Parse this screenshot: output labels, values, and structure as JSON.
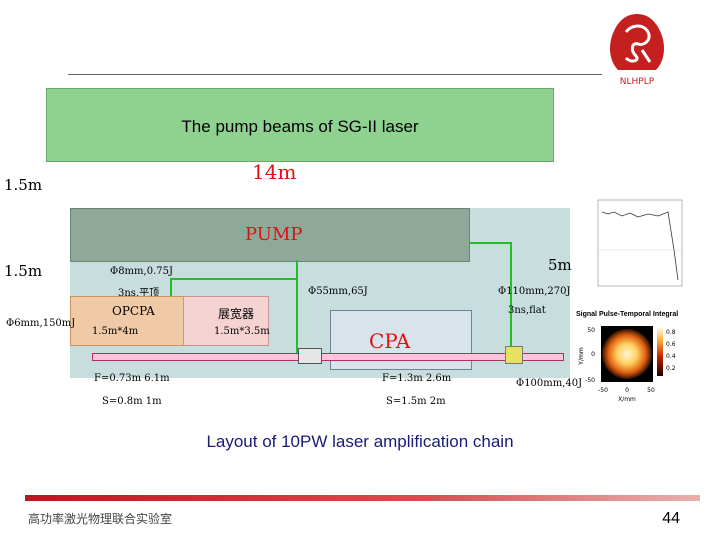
{
  "title": "The pump beams of SG-II laser",
  "caption": "Layout of 10PW laser amplification chain",
  "page_number": "44",
  "footer_org": "高功率激光物理联合实验室",
  "logo_text": "NLHPLP",
  "dimensions": {
    "length_14m": "14m",
    "width_top": "1.5m",
    "width_side": "1.5m",
    "width_right": "5m"
  },
  "labels": {
    "pump": "PUMP",
    "cpa": "CPA",
    "opcpa": "OPCPA",
    "opcpa_size": "1.5m*4m",
    "stretcher": "展宽器",
    "stretcher_size": "1.5m*3.5m",
    "seed_energy": "Φ6mm,150mJ",
    "pump1_beam": "Φ8mm,0.75J",
    "pump1_pulse": "3ns,平顶",
    "pump2_beam": "Φ55mm,65J",
    "pump3_beam": "Φ110mm,270J",
    "pump3_pulse": "3ns,flat",
    "output_beam": "Φ100mm,40J",
    "f_left": "F=0.73m 6.1m",
    "s_left": "S=0.8m 1m",
    "f_right": "F=1.3m 2.6m",
    "s_right": "S=1.5m 2m"
  },
  "inset_chart": {
    "title": "Signal Pulse-Temporal Integral",
    "ylabel": "Y/mm",
    "xlabel": "X/mm",
    "x_ticks": [
      "-50",
      "0",
      "50"
    ],
    "y_ticks": [
      "50",
      "0",
      "-50"
    ],
    "colorbar_ticks": [
      "0.8",
      "0.6",
      "0.4",
      "0.2"
    ]
  },
  "colors": {
    "accent_red": "#e01010",
    "title_green": "#8fd18f",
    "line_green": "#22c022"
  }
}
